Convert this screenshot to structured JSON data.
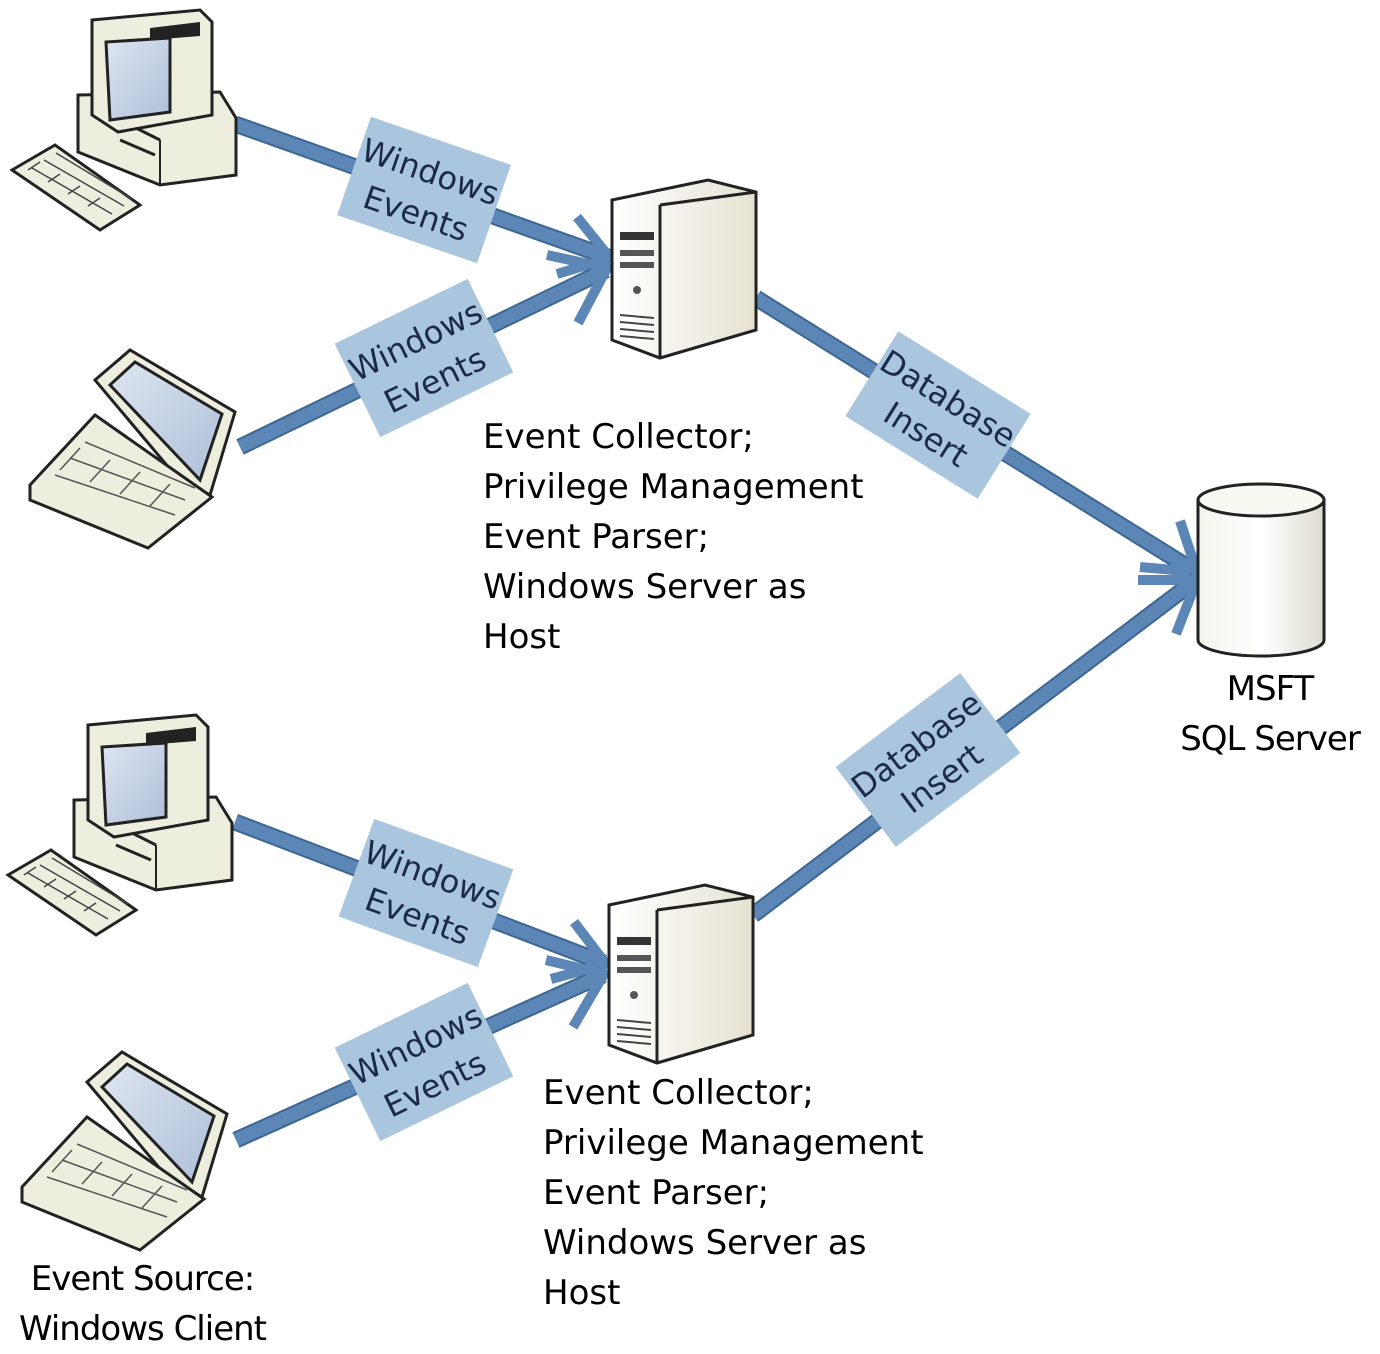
{
  "connectors": {
    "client_to_collector": [
      "Windows",
      "Events"
    ],
    "collector_to_database": [
      "Database",
      "Insert"
    ]
  },
  "collector_top": {
    "lines": [
      "Event Collector;",
      "Privilege Management",
      "Event Parser;",
      "Windows Server as",
      "Host"
    ]
  },
  "collector_bottom": {
    "lines": [
      "Event Collector;",
      "Privilege Management",
      "Event Parser;",
      "Windows Server as",
      "Host"
    ]
  },
  "database": {
    "lines": [
      "MSFT",
      "SQL Server"
    ]
  },
  "event_source": {
    "lines": [
      "Event Source:",
      "Windows Client"
    ]
  },
  "colors": {
    "arrow": "#5b86b6",
    "arrow_outline": "#3d6693",
    "label_box": "#a9c6de",
    "device_body": "#eeeede",
    "screen": "#c4d2e6"
  }
}
